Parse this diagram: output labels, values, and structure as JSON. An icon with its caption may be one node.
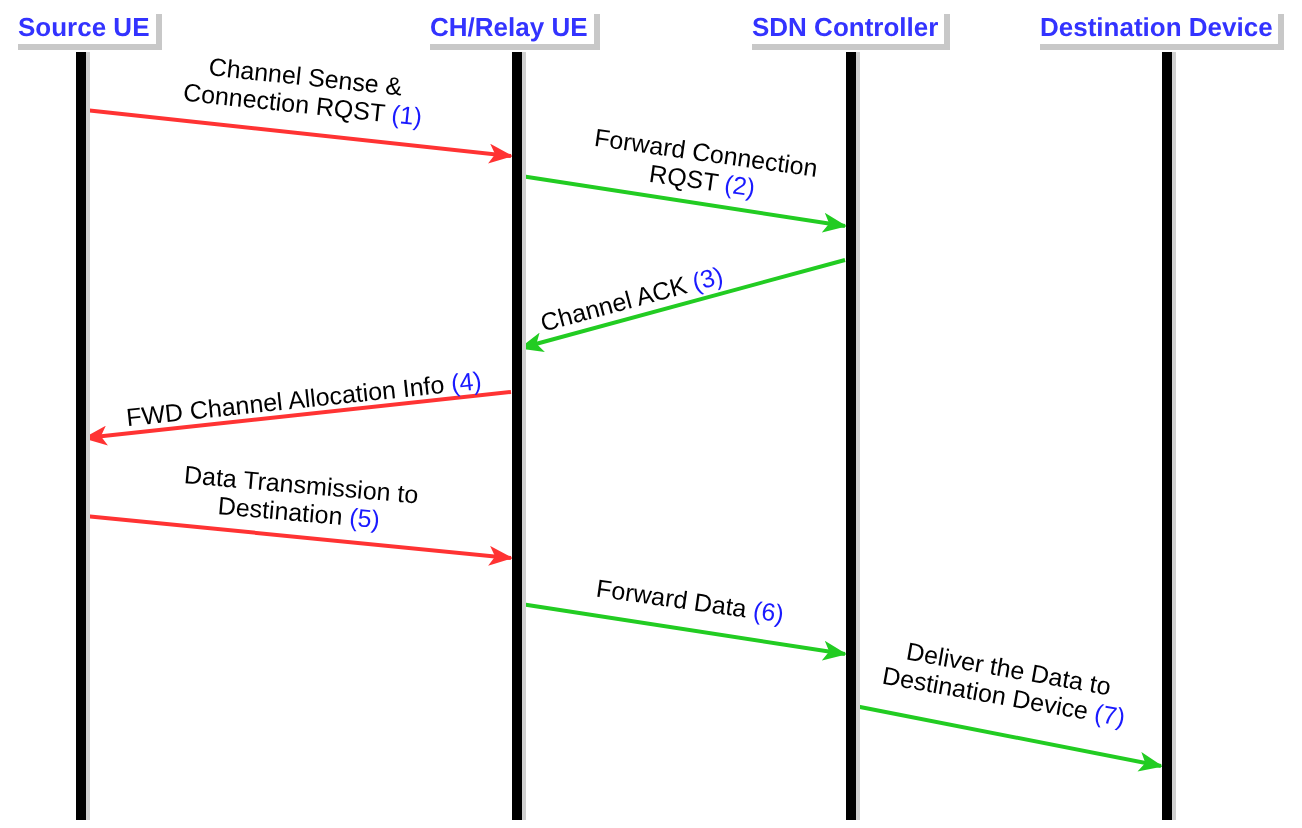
{
  "diagram": {
    "nodes": [
      {
        "text": [
          "Source UE"
        ]
      },
      {
        "text": [
          "CH/Relay UE"
        ]
      },
      {
        "text": [
          "SDN Controller"
        ]
      },
      {
        "text": [
          "Destination Device"
        ]
      },
      {
        "text": [],
        "shape": "bar"
      },
      {
        "text": [],
        "shape": "bar"
      },
      {
        "text": [],
        "shape": "bar"
      },
      {
        "text": [],
        "shape": "bar"
      }
    ],
    "edges": [
      {
        "from": 4,
        "to": 5,
        "arrow": "to",
        "label": "Channel Sense & Connection RQST (1)",
        "color": "#ff3333"
      },
      {
        "from": 5,
        "to": 6,
        "arrow": "to",
        "label": "Forward Connection RQST (2)"
      },
      {
        "from": 6,
        "to": 5,
        "arrow": "to",
        "label": "Channel ACK (3)"
      },
      {
        "from": 5,
        "to": 4,
        "arrow": "to",
        "label": "FWD Channel Allocation Info (4)",
        "color": "#ff3333"
      },
      {
        "from": 4,
        "to": 5,
        "arrow": "to",
        "label": "Data Transmission to Destination (5)",
        "color": "#ff3333"
      },
      {
        "from": 5,
        "to": 6,
        "arrow": "to",
        "label": "Forward Data (6)"
      },
      {
        "from": 6,
        "to": 7,
        "arrow": "to",
        "label": "Deliver the Data to Destination Device (7)"
      }
    ]
  }
}
